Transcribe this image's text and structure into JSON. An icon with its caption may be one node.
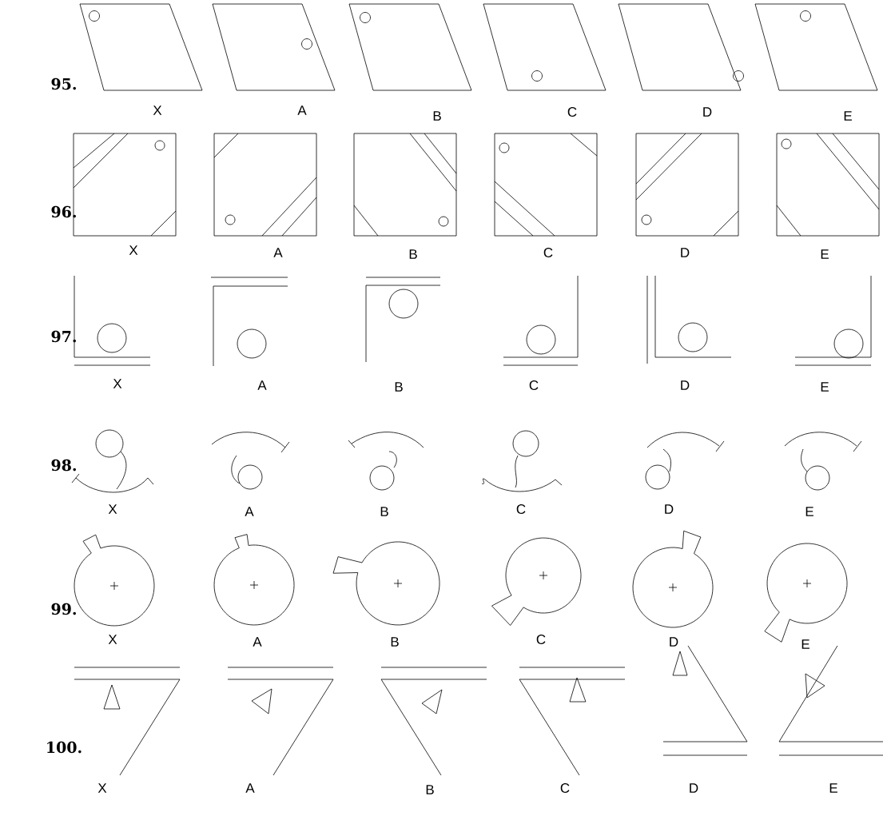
{
  "diagram": {
    "labels": [
      "95.",
      "X",
      "A",
      "B",
      "C",
      "D",
      "E",
      "96.",
      "X",
      "A",
      "B",
      "C",
      "D",
      "E",
      "97.",
      "X",
      "A",
      "B",
      "C",
      "D",
      "E",
      "98.",
      "X",
      "A",
      "B",
      "C",
      "D",
      "E",
      "99.",
      "X",
      "A",
      "B",
      "C",
      "D",
      "E",
      "100.",
      "X",
      "A",
      "B",
      "C",
      "D",
      "E"
    ]
  }
}
